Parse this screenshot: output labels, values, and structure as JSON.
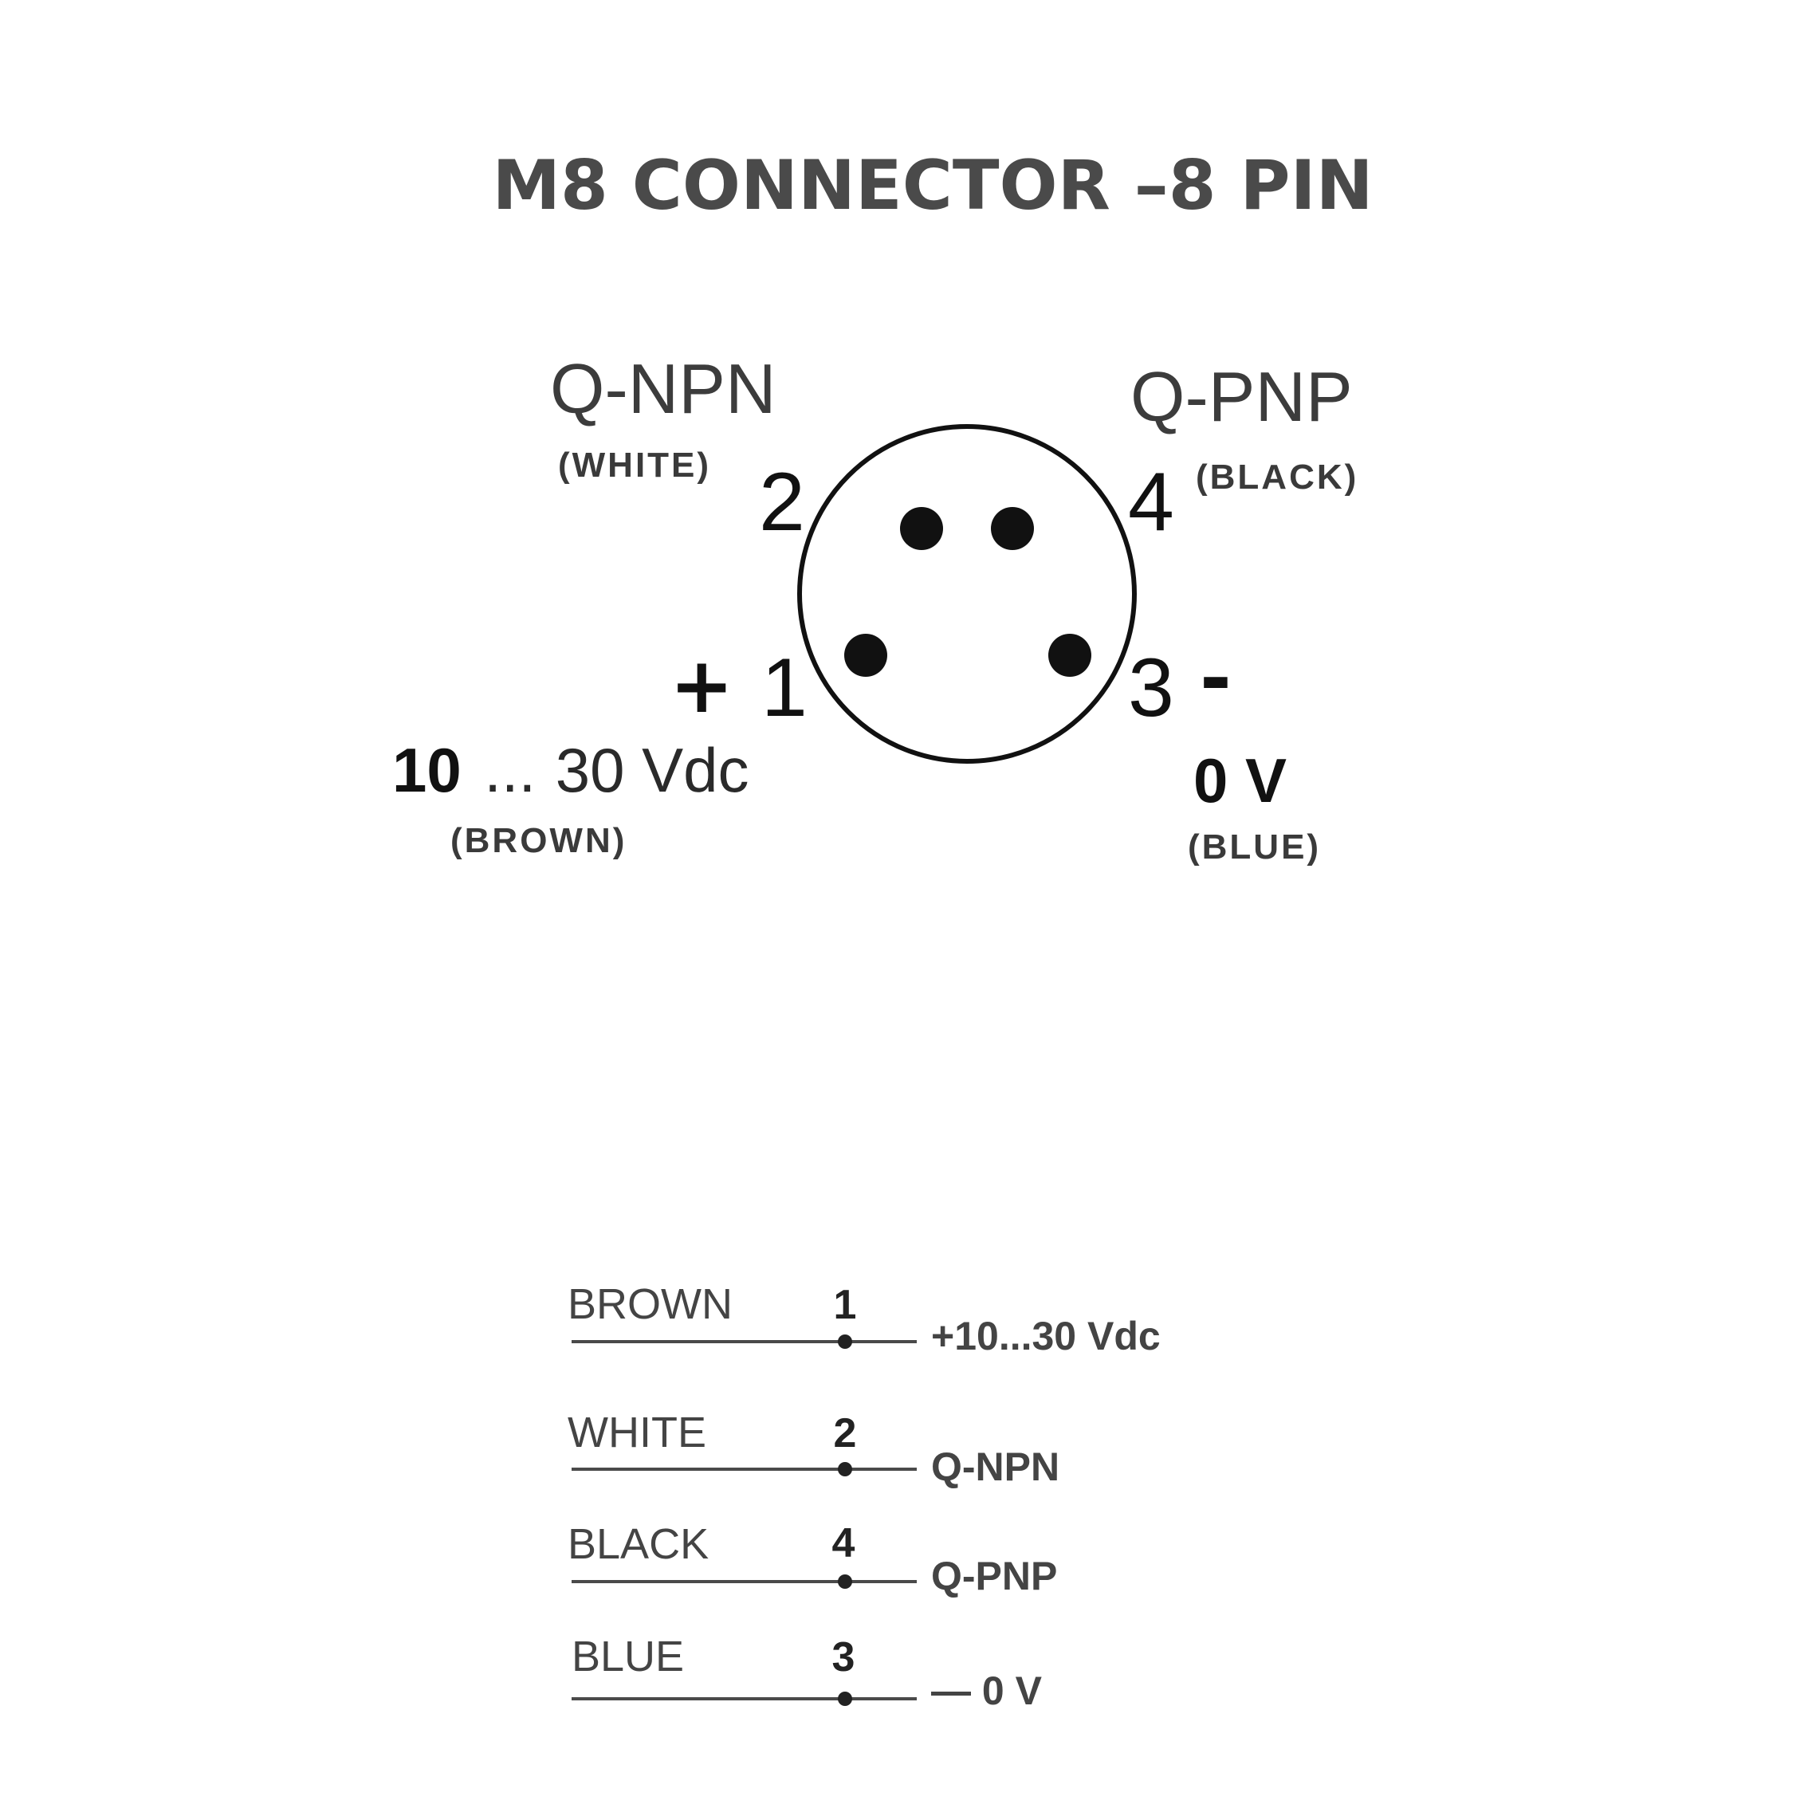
{
  "title": "M8 CONNECTOR –8 PIN",
  "connector": {
    "pin2": {
      "number": "2",
      "signal": "Q-NPN",
      "color": "(WHITE)"
    },
    "pin4": {
      "number": "4",
      "signal": "Q-PNP",
      "color": "(BLACK)"
    },
    "pin1": {
      "number": "1",
      "polarity": "+",
      "supply_lead": "10",
      "supply_ellipsis": "...",
      "supply_tail": "30 Vdc",
      "color": "(BROWN)"
    },
    "pin3": {
      "number": "3",
      "polarity": "-",
      "supply": "0 V",
      "color": "(BLUE)"
    }
  },
  "wiring": [
    {
      "wire": "BROWN",
      "pin": "1",
      "function": "+10...30 Vdc"
    },
    {
      "wire": "WHITE",
      "pin": "2",
      "function": "Q-NPN"
    },
    {
      "wire": "BLACK",
      "pin": "4",
      "function": "Q-PNP"
    },
    {
      "wire": "BLUE",
      "pin": "3",
      "function": "— 0 V"
    }
  ],
  "colors": {
    "ink": "#111111",
    "line": "#4a4a4a"
  }
}
